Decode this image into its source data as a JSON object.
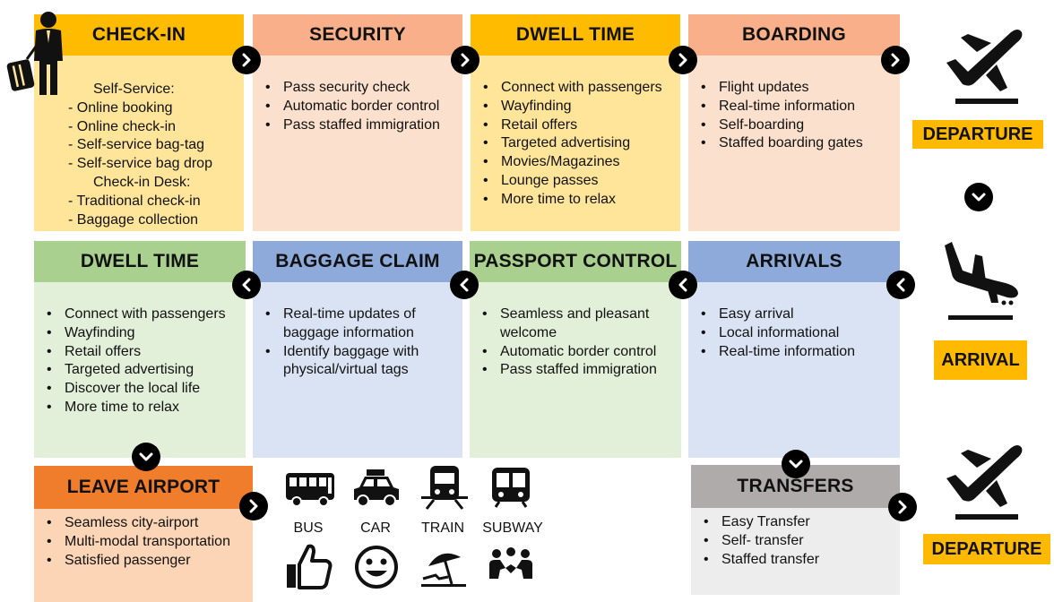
{
  "stages": {
    "checkin": {
      "title": "CHECK-IN",
      "items": [
        {
          "text": "Self-Service:",
          "indent": true
        },
        {
          "text": "- Online booking",
          "indent": false
        },
        {
          "text": "- Online check-in",
          "indent": false
        },
        {
          "text": "- Self-service bag-tag",
          "indent": false
        },
        {
          "text": "- Self-service bag drop",
          "indent": false
        },
        {
          "text": "Check-in Desk:",
          "indent": true
        },
        {
          "text": "- Traditional check-in",
          "indent": false
        },
        {
          "text": "- Baggage collection",
          "indent": false
        }
      ]
    },
    "security": {
      "title": "SECURITY",
      "items": [
        "Pass security check",
        "Automatic border control",
        "Pass staffed immigration"
      ]
    },
    "dwell_top": {
      "title": "DWELL TIME",
      "items": [
        "Connect with passengers",
        "Wayfinding",
        "Retail offers",
        "Targeted advertising",
        "Movies/Magazines",
        "Lounge passes",
        "More time to relax"
      ]
    },
    "boarding": {
      "title": "BOARDING",
      "items": [
        "Flight updates",
        "Real-time information",
        "Self-boarding",
        "Staffed boarding gates"
      ]
    },
    "dwell_bottom": {
      "title": "DWELL TIME",
      "items": [
        "Connect with passengers",
        "Wayfinding",
        "Retail offers",
        "Targeted advertising",
        "Discover the local life",
        "More time to relax"
      ]
    },
    "baggage_claim": {
      "title": "BAGGAGE CLAIM",
      "items": [
        "Real-time updates of\nbaggage information",
        "Identify baggage with\nphysical/virtual tags"
      ]
    },
    "passport": {
      "title": "PASSPORT CONTROL",
      "items": [
        "Seamless and pleasant\nwelcome",
        "Automatic border control",
        "Pass staffed immigration"
      ]
    },
    "arrivals": {
      "title": "ARRIVALS",
      "items": [
        "Easy arrival",
        "Local informational",
        "Real-time information"
      ]
    },
    "leave": {
      "title": "LEAVE AIRPORT",
      "items": [
        "Seamless city-airport",
        "Multi-modal transportation",
        "Satisfied passenger"
      ]
    },
    "transfers": {
      "title": "TRANSFERS",
      "items": [
        "Easy Transfer",
        "Self- transfer",
        "Staffed transfer"
      ]
    }
  },
  "side_labels": {
    "departure_top": "DEPARTURE",
    "arrival": "ARRIVAL",
    "departure_bottom": "DEPARTURE"
  },
  "transport": [
    {
      "label": "BUS",
      "icon": "bus-icon"
    },
    {
      "label": "CAR",
      "icon": "car-icon"
    },
    {
      "label": "TRAIN",
      "icon": "train-icon"
    },
    {
      "label": "SUBWAY",
      "icon": "subway-icon"
    }
  ],
  "colors": {
    "checkin_header": "#ffbb00",
    "checkin_body": "#ffe599",
    "security_header": "#f9b08a",
    "security_body": "#fbe0cd",
    "dwell_top_header": "#ffbb00",
    "dwell_top_body": "#ffe599",
    "boarding_header": "#f9b08a",
    "boarding_body": "#fbe0cd",
    "dwell_bottom_header": "#a9d08e",
    "dwell_bottom_body": "#e2efd9",
    "baggage_header": "#8eaadb",
    "baggage_body": "#dae3f3",
    "passport_header": "#a9d08e",
    "passport_body": "#e2efd9",
    "arrivals_header": "#8eaadb",
    "arrivals_body": "#dae3f3",
    "leave_header": "#f07d2c",
    "leave_body": "#fbd5b5",
    "transfers_header": "#afabab",
    "transfers_body": "#ededed",
    "label_bg": "#ffb900"
  }
}
